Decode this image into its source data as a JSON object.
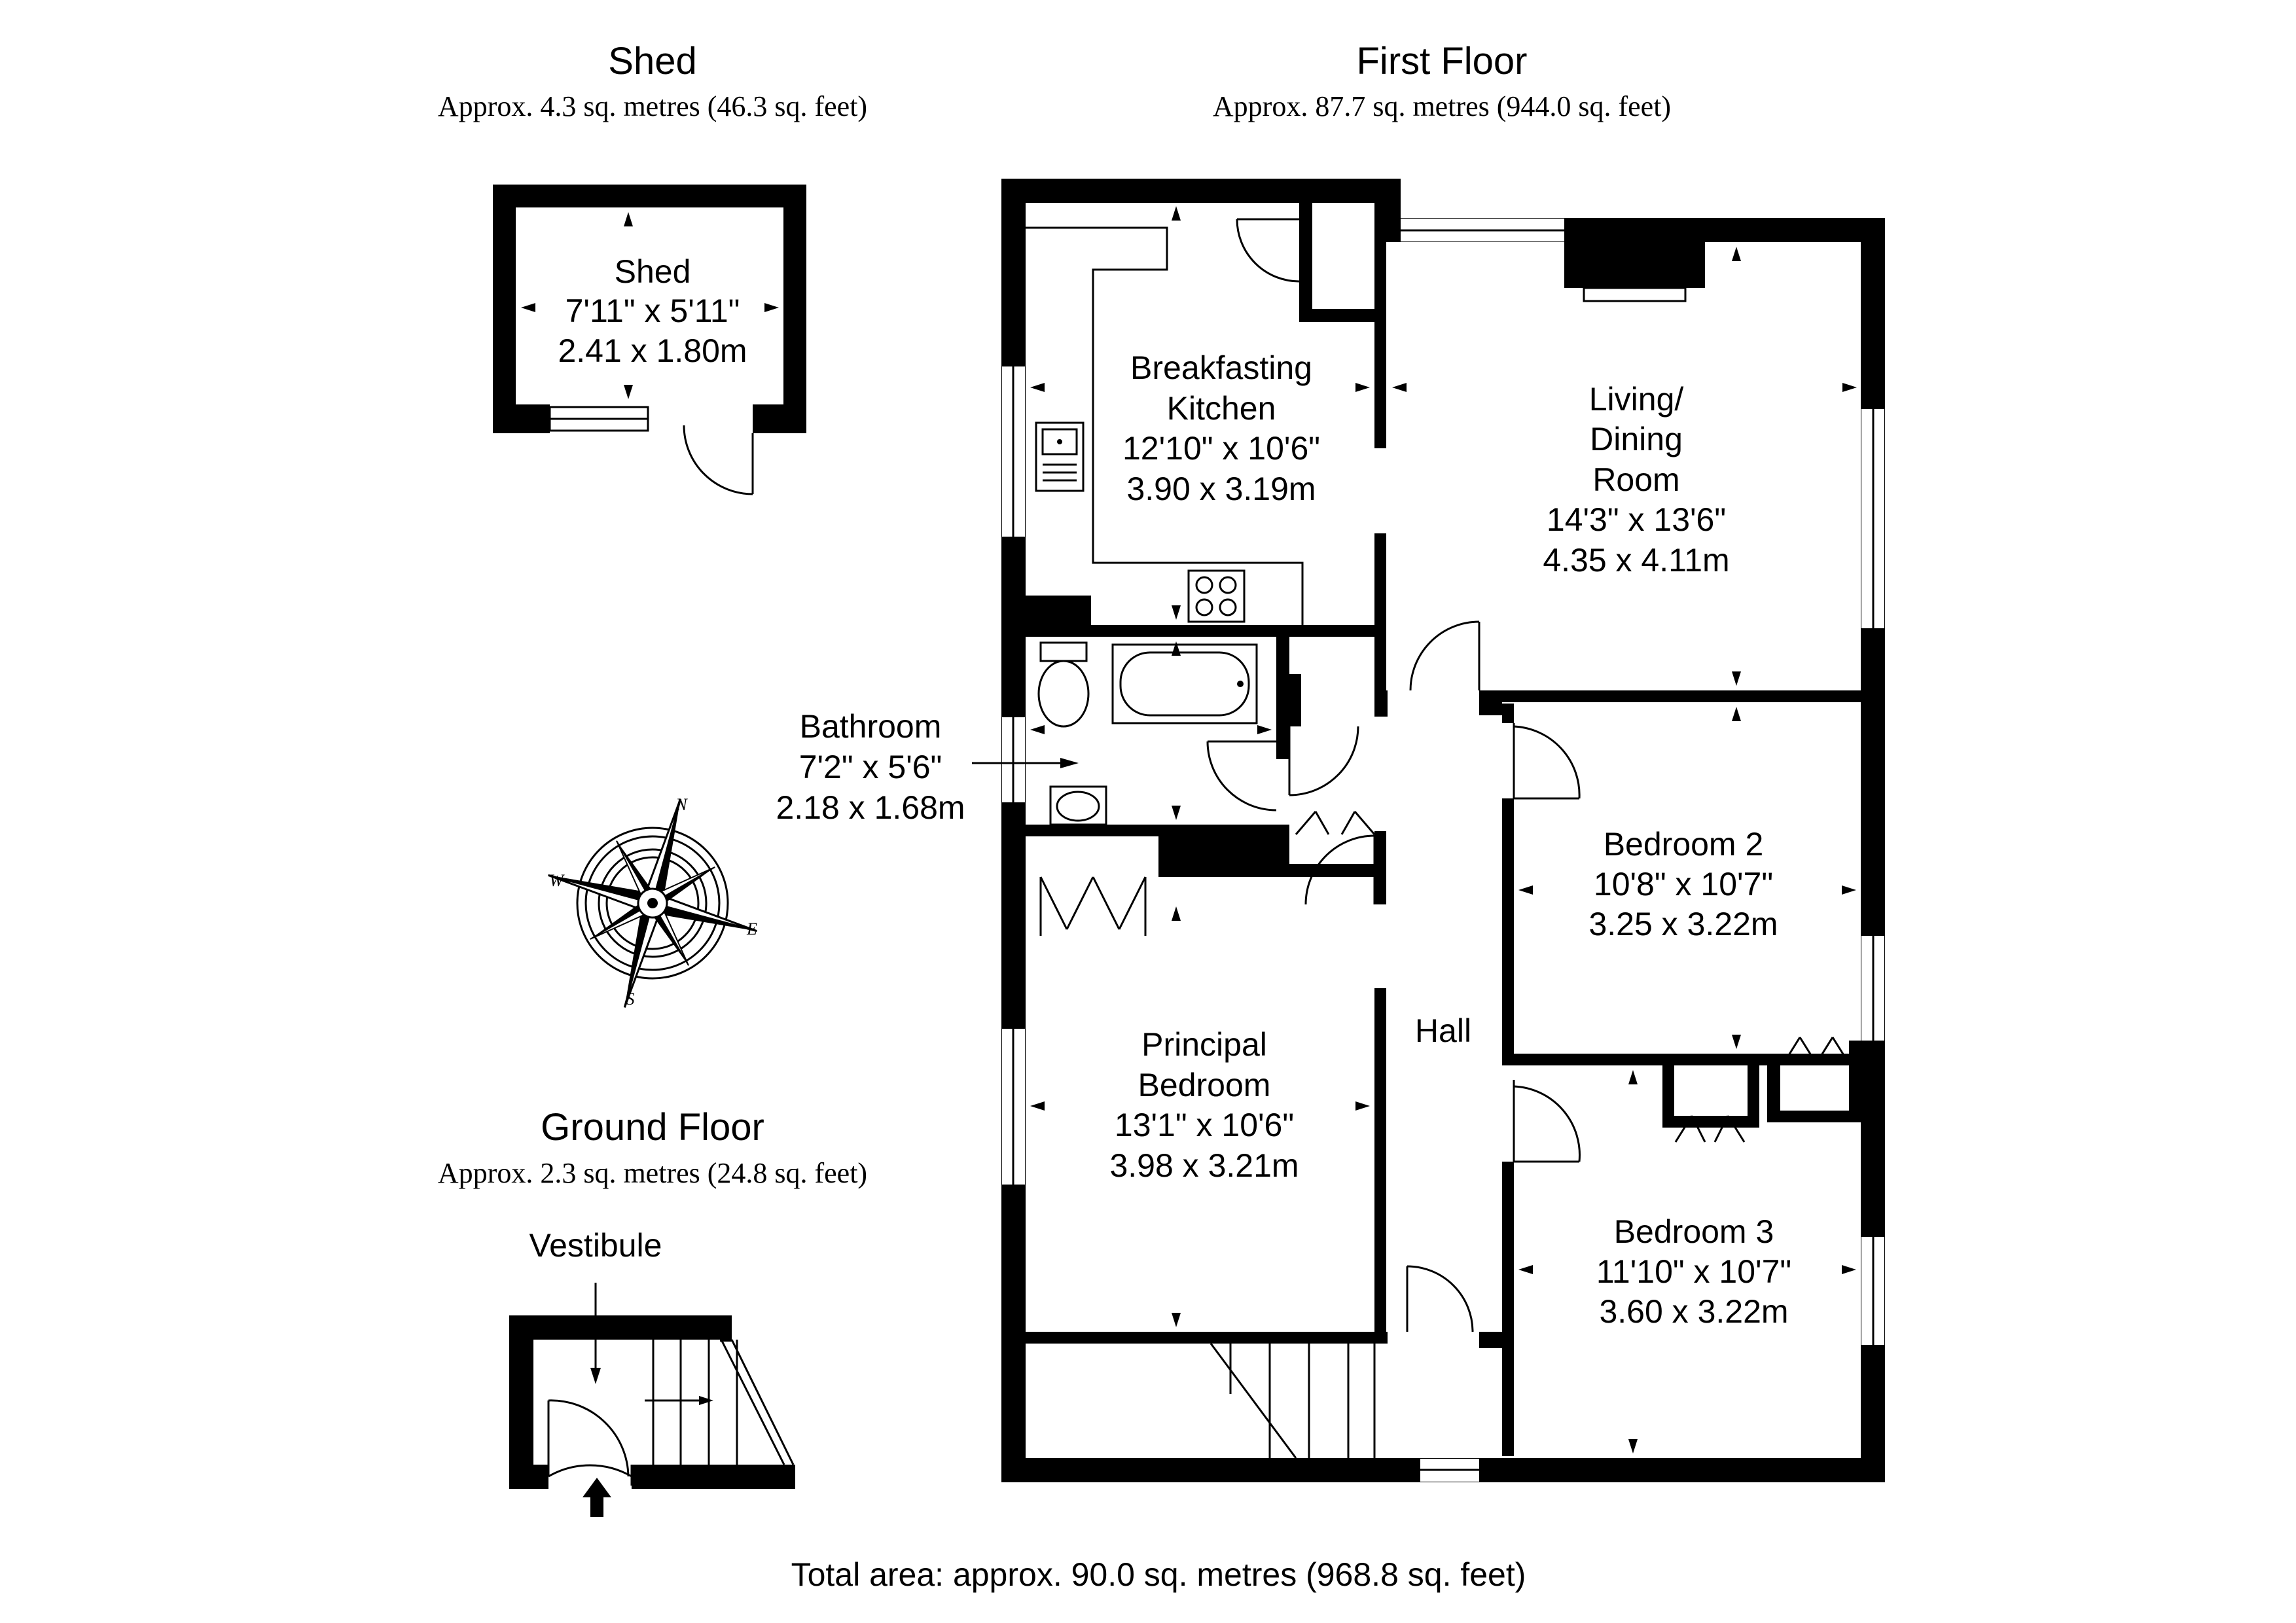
{
  "sections": {
    "shed": {
      "title": "Shed",
      "area": "Approx. 4.3 sq. metres (46.3 sq. feet)"
    },
    "first_floor": {
      "title": "First Floor",
      "area": "Approx. 87.7 sq. metres (944.0 sq. feet)"
    },
    "ground_floor": {
      "title": "Ground Floor",
      "area": "Approx. 2.3 sq. metres (24.8 sq. feet)"
    }
  },
  "rooms": {
    "shed": {
      "name": "Shed",
      "imperial": "7'11\" x 5'11\"",
      "metric": "2.41 x 1.80m"
    },
    "kitchen": {
      "name_1": "Breakfasting",
      "name_2": "Kitchen",
      "imperial": "12'10\" x 10'6\"",
      "metric": "3.90 x 3.19m"
    },
    "living": {
      "name_1": "Living/",
      "name_2": "Dining",
      "name_3": "Room",
      "imperial": "14'3\" x 13'6\"",
      "metric": "4.35 x 4.11m"
    },
    "bathroom": {
      "name": "Bathroom",
      "imperial": "7'2\" x 5'6\"",
      "metric": "2.18 x 1.68m"
    },
    "bedroom2": {
      "name": "Bedroom 2",
      "imperial": "10'8\" x 10'7\"",
      "metric": "3.25 x 3.22m"
    },
    "principal": {
      "name_1": "Principal",
      "name_2": "Bedroom",
      "imperial": "13'1\" x 10'6\"",
      "metric": "3.98 x 3.21m"
    },
    "hall": {
      "name": "Hall"
    },
    "bedroom3": {
      "name": "Bedroom 3",
      "imperial": "11'10\" x 10'7\"",
      "metric": "3.60 x 3.22m"
    },
    "vestibule": {
      "name": "Vestibule"
    }
  },
  "compass": {
    "n": "N",
    "e": "E",
    "s": "S",
    "w": "W"
  },
  "total_area": "Total area: approx. 90.0 sq. metres (968.8 sq. feet)"
}
